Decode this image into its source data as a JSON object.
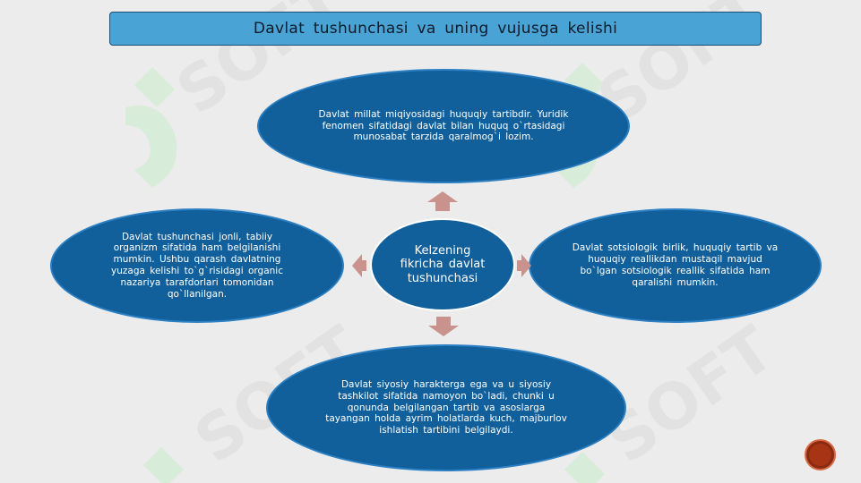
{
  "slide": {
    "title": "Davlat  tushunchasi  va  uning  vujusga  kelishi"
  },
  "diagram": {
    "center": "Kelzening fikricha davlat tushunchasi",
    "top": "Davlat  millat  miqiyosidagi  huquqiy  tartibdir. Yuridik  fenomen  sifatidagi  davlat  bilan  huquq o`rtasidagi  munosabat  tarzida  qaralmog`i lozim.",
    "left": "Davlat  tushunchasi  jonli,  tabiiy organizm  sifatida  ham  belgilanishi mumkin. Ushbu  qarash  davlatning yuzaga  kelishi  to`g`risidagi  organic nazariya  tarafdorlari  tomonidan qo`llanilgan.",
    "right": "Davlat  sotsiologik birlik, huquqiy  tartib va  huquqiy  reallikdan  mustaqil mavjud  bo`lgan  sotsiologik  reallik sifatida  ham  qaralishi  mumkin.",
    "bottom": "Davlat  siyosiy  harakterga  ega  va u  siyosiy tashkilot  sifatida  namoyon  bo`ladi, chunki  u qonunda  belgilangan  tartib  va  asoslarga tayangan  holda  ayrim  holatlarda  kuch, majburlov  ishlatish  tartibini  belgilaydi."
  },
  "colors": {
    "ellipse_fill": "#11609c",
    "title_bar": "#4aa3d5",
    "arrow": "#c9928d",
    "nav_button": "#a83416"
  },
  "icons": {
    "watermark": "isoft-logo-watermark",
    "arrows": "arrow-icon",
    "nav": "nav-circle-button"
  }
}
